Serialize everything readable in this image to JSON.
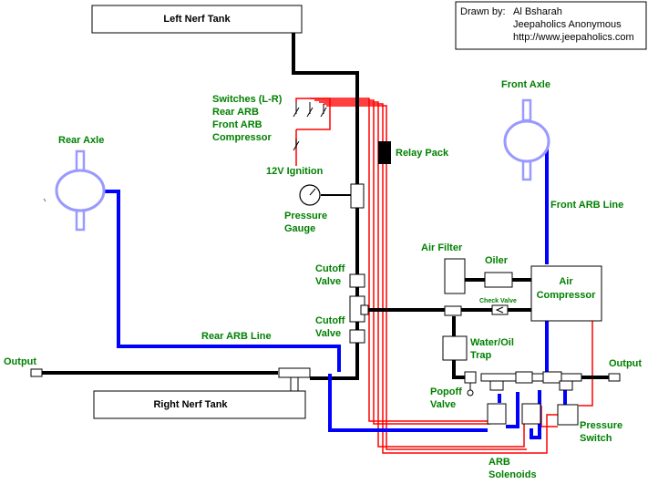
{
  "credit": {
    "drawn_by_label": "Drawn by:",
    "author": "Al Bsharah",
    "organization": "Jeepaholics Anonymous",
    "url": "http://www.jeepaholics.com"
  },
  "tanks": {
    "left": "Left Nerf Tank",
    "right": "Right Nerf Tank"
  },
  "labels": {
    "switches": [
      "Switches (L-R)",
      "Rear ARB",
      "Front ARB",
      "Compressor"
    ],
    "ignition": "12V Ignition",
    "relay_pack": "Relay Pack",
    "pressure_gauge": [
      "Pressure",
      "Gauge"
    ],
    "cutoff_valve_1": [
      "Cutoff",
      "Valve"
    ],
    "cutoff_valve_2": [
      "Cutoff",
      "Valve"
    ],
    "rear_axle": "Rear Axle",
    "front_axle": "Front Axle",
    "front_arb_line": "Front ARB Line",
    "rear_arb_line": "Rear ARB Line",
    "air_filter": "Air Filter",
    "oiler": "Oiler",
    "air_compressor": [
      "Air",
      "Compressor"
    ],
    "check_valve": "Check Valve",
    "water_oil_trap": [
      "Water/Oil",
      "Trap"
    ],
    "output_left": "Output",
    "output_right": "Output",
    "popoff_valve": [
      "Popoff",
      "Valve"
    ],
    "pressure_switch": [
      "Pressure",
      "Switch"
    ],
    "arb_solenoids": [
      "ARB",
      "Solenoids"
    ]
  },
  "colors": {
    "air_line": "#000000",
    "arb_line": "#0000ff",
    "wiring": "#ff0000",
    "label": "#008000",
    "axle": "#9999ff"
  }
}
